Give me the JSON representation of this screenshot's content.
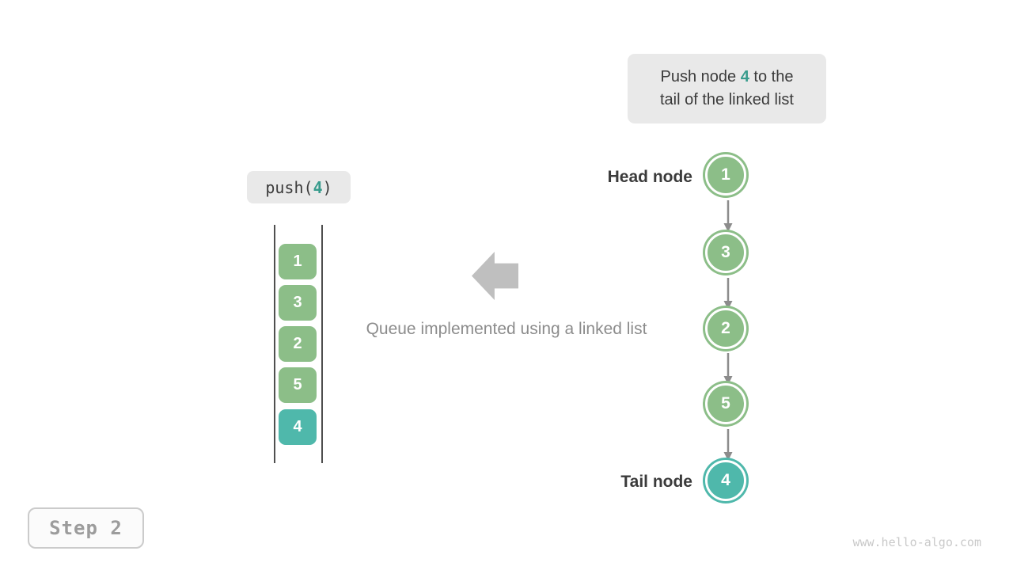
{
  "colors": {
    "node-green": "#8CBE88",
    "node-teal": "#4FB8AB",
    "accent-teal-text": "#389C8D",
    "dark-text": "#3B3B3B",
    "callout-bg": "#E9E9E9",
    "gray-arrow": "#8C8C8C",
    "block-arrow-gray": "#BFBFBF",
    "caption-gray": "#8C8C8C",
    "stack-line": "#4F4F4F",
    "muted-gray": "#9C9C9C",
    "step-border": "#CBCBCB",
    "step-bg": "#FBFBFB",
    "watermark-gray": "#C9C9C9"
  },
  "callout": {
    "line1_pre": "Push node ",
    "line1_num": "4",
    "line1_post": " to the",
    "line2": "tail of the linked list"
  },
  "operation": {
    "pre": "push(",
    "arg": "4",
    "post": ")"
  },
  "stack": {
    "nodes": [
      "1",
      "3",
      "2",
      "5",
      "4"
    ]
  },
  "linked_list": {
    "head_label": "Head node",
    "tail_label": "Tail node",
    "nodes": [
      "1",
      "3",
      "2",
      "5",
      "4"
    ]
  },
  "caption": "Queue implemented using a linked list",
  "step": {
    "label": "Step 2"
  },
  "watermark": "www.hello-algo.com"
}
